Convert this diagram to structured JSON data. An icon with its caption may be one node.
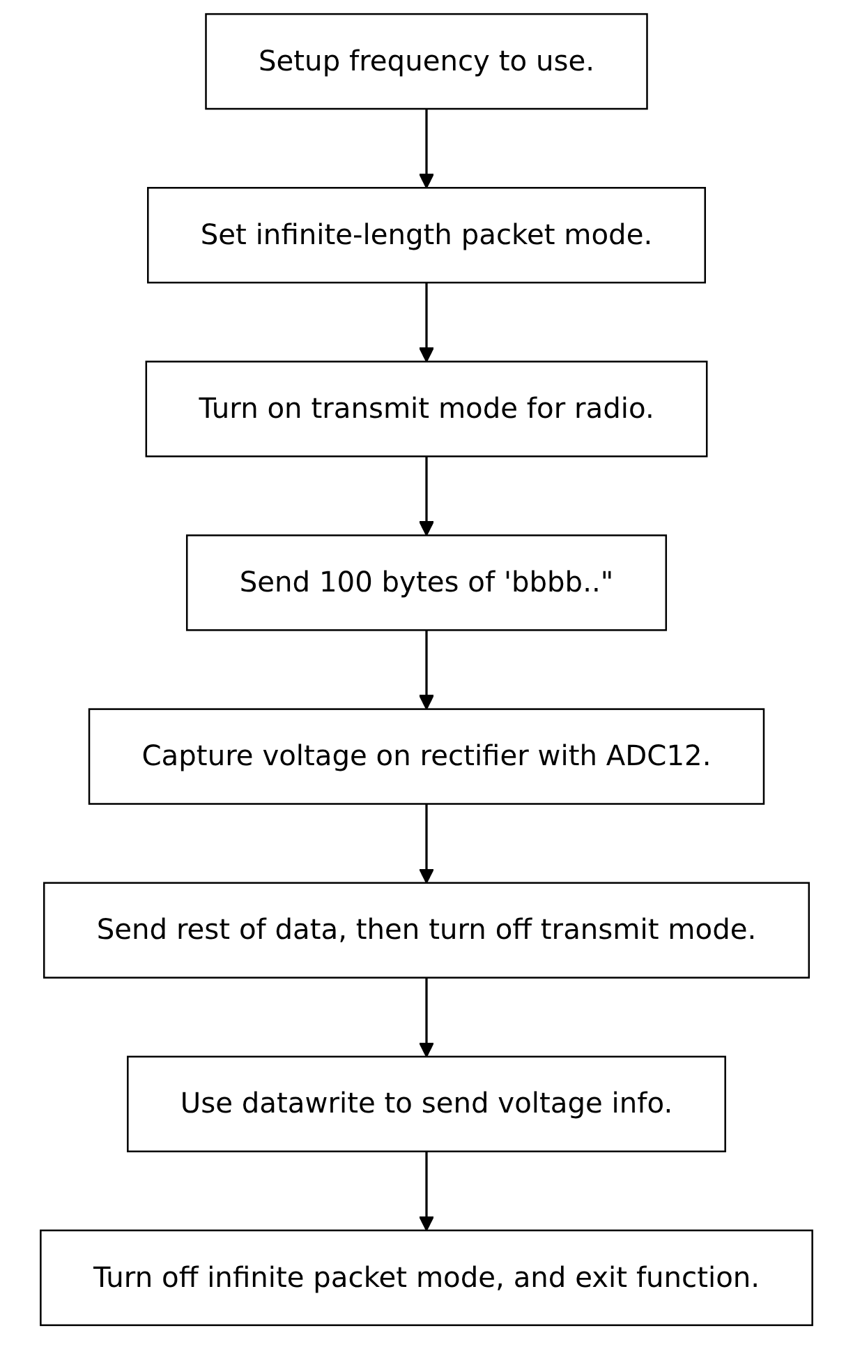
{
  "diagram": {
    "nodes": [
      {
        "text": [
          "Setup frequency to use."
        ]
      },
      {
        "text": [
          "Set infinite-length packet mode."
        ]
      },
      {
        "text": [
          "Turn on transmit mode for radio."
        ]
      },
      {
        "text": [
          "Send 100 bytes of 'bbbb..\""
        ]
      },
      {
        "text": [
          "Capture voltage on rectifier with ADC12."
        ]
      },
      {
        "text": [
          "Send rest of data, then turn off transmit mode."
        ]
      },
      {
        "text": [
          "Use datawrite to send voltage info."
        ]
      },
      {
        "text": [
          "Turn off infinite packet mode, and exit function."
        ]
      }
    ],
    "edges": [
      {
        "from": 0,
        "to": 1,
        "arrow": "to"
      },
      {
        "from": 1,
        "to": 2,
        "arrow": "to"
      },
      {
        "from": 2,
        "to": 3,
        "arrow": "to"
      },
      {
        "from": 3,
        "to": 4,
        "arrow": "to"
      },
      {
        "from": 4,
        "to": 5,
        "arrow": "to"
      },
      {
        "from": 5,
        "to": 6,
        "arrow": "to"
      },
      {
        "from": 6,
        "to": 7,
        "arrow": "to"
      }
    ]
  }
}
